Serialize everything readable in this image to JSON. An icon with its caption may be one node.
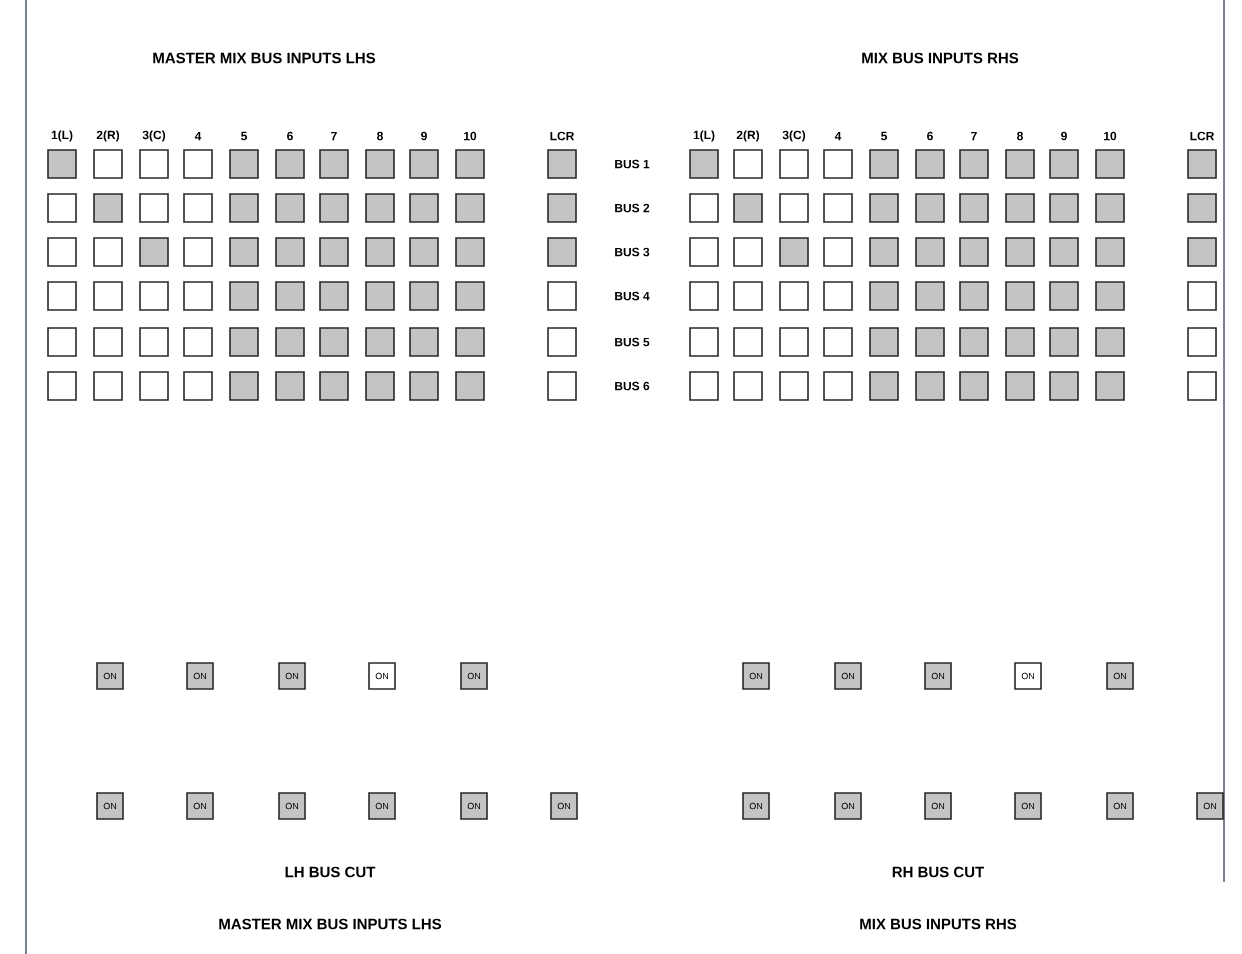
{
  "diagram": {
    "nodes": [
      {
        "text": [],
        "shape": "box"
      },
      {
        "text": [],
        "shape": "box"
      },
      {
        "text": [],
        "shape": "box"
      },
      {
        "text": [],
        "shape": "box"
      },
      {
        "text": [],
        "shape": "box"
      },
      {
        "text": [],
        "shape": "box"
      },
      {
        "text": [],
        "shape": "box"
      },
      {
        "text": [],
        "shape": "box"
      },
      {
        "text": [],
        "shape": "box"
      },
      {
        "text": [],
        "shape": "box"
      },
      {
        "text": [],
        "shape": "box"
      },
      {
        "text": [],
        "shape": "box"
      },
      {
        "text": [],
        "shape": "box"
      },
      {
        "text": [],
        "shape": "box"
      },
      {
        "text": [],
        "shape": "box"
      },
      {
        "text": [],
        "shape": "box"
      },
      {
        "text": [],
        "shape": "box"
      },
      {
        "text": [],
        "shape": "box"
      },
      {
        "text": [],
        "shape": "box"
      },
      {
        "text": [],
        "shape": "box"
      },
      {
        "text": [],
        "shape": "box"
      },
      {
        "text": [],
        "shape": "box"
      },
      {
        "text": [],
        "shape": "box"
      },
      {
        "text": [],
        "shape": "box"
      },
      {
        "text": [],
        "shape": "box"
      },
      {
        "text": [],
        "shape": "box"
      },
      {
        "text": [],
        "shape": "box"
      },
      {
        "text": [],
        "shape": "box"
      },
      {
        "text": [],
        "shape": "box"
      },
      {
        "text": [],
        "shape": "box"
      },
      {
        "text": [],
        "shape": "box"
      },
      {
        "text": [],
        "shape": "box"
      },
      {
        "text": [],
        "shape": "box"
      },
      {
        "text": [],
        "shape": "box"
      },
      {
        "text": [],
        "shape": "box"
      },
      {
        "text": [],
        "shape": "box"
      },
      {
        "text": [],
        "shape": "box"
      },
      {
        "text": [],
        "shape": "box"
      },
      {
        "text": [],
        "shape": "box"
      },
      {
        "text": [],
        "shape": "box"
      },
      {
        "text": [],
        "shape": "box"
      },
      {
        "text": [],
        "shape": "box"
      },
      {
        "text": [],
        "shape": "box"
      },
      {
        "text": [],
        "shape": "box"
      },
      {
        "text": [],
        "shape": "box"
      },
      {
        "text": [],
        "shape": "box"
      },
      {
        "text": [],
        "shape": "box"
      },
      {
        "text": [],
        "shape": "box"
      },
      {
        "text": [],
        "shape": "box"
      },
      {
        "text": [],
        "shape": "box"
      },
      {
        "text": [],
        "shape": "box"
      },
      {
        "text": [],
        "shape": "box"
      },
      {
        "text": [],
        "shape": "box"
      },
      {
        "text": [],
        "shape": "box"
      },
      {
        "text": [],
        "shape": "box"
      },
      {
        "text": [],
        "shape": "box"
      },
      {
        "text": [],
        "shape": "box"
      },
      {
        "text": [],
        "shape": "box"
      },
      {
        "text": [],
        "shape": "box"
      },
      {
        "text": [],
        "shape": "box"
      },
      {
        "text": [],
        "shape": "box"
      },
      {
        "text": [],
        "shape": "box"
      },
      {
        "text": [],
        "shape": "box"
      },
      {
        "text": [],
        "shape": "box"
      },
      {
        "text": [],
        "shape": "box"
      },
      {
        "text": [],
        "shape": "box"
      },
      {
        "text": [],
        "shape": "box"
      },
      {
        "text": [],
        "shape": "box"
      },
      {
        "text": [],
        "shape": "box"
      },
      {
        "text": [],
        "shape": "box"
      },
      {
        "text": [],
        "shape": "box"
      },
      {
        "text": [],
        "shape": "box"
      },
      {
        "text": [],
        "shape": "box"
      },
      {
        "text": [],
        "shape": "box"
      },
      {
        "text": [],
        "shape": "box"
      },
      {
        "text": [],
        "shape": "box"
      },
      {
        "text": [],
        "shape": "box"
      },
      {
        "text": [],
        "shape": "box"
      },
      {
        "text": [],
        "shape": "box"
      },
      {
        "text": [],
        "shape": "box"
      },
      {
        "text": [],
        "shape": "box"
      },
      {
        "text": [],
        "shape": "box"
      },
      {
        "text": [],
        "shape": "box"
      },
      {
        "text": [],
        "shape": "box"
      },
      {
        "text": [],
        "shape": "box"
      },
      {
        "text": [],
        "shape": "box"
      },
      {
        "text": [],
        "shape": "box"
      },
      {
        "text": [],
        "shape": "box"
      },
      {
        "text": [],
        "shape": "box"
      },
      {
        "text": [],
        "shape": "box"
      },
      {
        "text": [],
        "shape": "box"
      },
      {
        "text": [],
        "shape": "box"
      },
      {
        "text": [],
        "shape": "box"
      },
      {
        "text": [],
        "shape": "box"
      },
      {
        "text": [],
        "shape": "box"
      },
      {
        "text": [],
        "shape": "box"
      },
      {
        "text": [],
        "shape": "box"
      },
      {
        "text": [],
        "shape": "box"
      },
      {
        "text": [],
        "shape": "box"
      },
      {
        "text": [],
        "shape": "box"
      },
      {
        "text": [],
        "shape": "box"
      },
      {
        "text": [],
        "shape": "box"
      },
      {
        "text": [],
        "shape": "box"
      },
      {
        "text": [],
        "shape": "box"
      },
      {
        "text": [],
        "shape": "box"
      },
      {
        "text": [],
        "shape": "box"
      },
      {
        "text": [],
        "shape": "box"
      },
      {
        "text": [],
        "shape": "box"
      },
      {
        "text": [],
        "shape": "box"
      },
      {
        "text": [],
        "shape": "box"
      },
      {
        "text": [],
        "shape": "box"
      },
      {
        "text": [],
        "shape": "box"
      },
      {
        "text": [],
        "shape": "box"
      },
      {
        "text": [],
        "shape": "box"
      },
      {
        "text": [],
        "shape": "box"
      },
      {
        "text": [],
        "shape": "box"
      },
      {
        "text": [],
        "shape": "box"
      },
      {
        "text": [],
        "shape": "box"
      },
      {
        "text": [],
        "shape": "box"
      },
      {
        "text": [],
        "shape": "box"
      },
      {
        "text": [],
        "shape": "box"
      },
      {
        "text": [],
        "shape": "box"
      },
      {
        "text": [],
        "shape": "box"
      },
      {
        "text": [],
        "shape": "box"
      },
      {
        "text": [],
        "shape": "box"
      },
      {
        "text": [],
        "shape": "box"
      },
      {
        "text": [],
        "shape": "box"
      },
      {
        "text": [],
        "shape": "box"
      },
      {
        "text": [],
        "shape": "box"
      },
      {
        "text": [],
        "shape": "box"
      },
      {
        "text": [],
        "shape": "box"
      },
      {
        "text": [],
        "shape": "box"
      },
      {
        "text": [
          "ON"
        ]
      },
      {
        "text": [
          "ON"
        ]
      },
      {
        "text": [
          "ON"
        ]
      },
      {
        "text": [
          "ON"
        ]
      },
      {
        "text": [
          "ON"
        ]
      },
      {
        "text": [
          "ON"
        ]
      },
      {
        "text": [
          "ON"
        ]
      },
      {
        "text": [
          "ON"
        ]
      },
      {
        "text": [
          "ON"
        ]
      },
      {
        "text": [
          "ON"
        ]
      },
      {
        "text": [
          "ON"
        ]
      },
      {
        "text": [
          "ON"
        ]
      },
      {
        "text": [
          "ON"
        ]
      },
      {
        "text": [
          "ON"
        ]
      },
      {
        "text": [
          "ON"
        ]
      },
      {
        "text": [
          "ON"
        ]
      },
      {
        "text": [
          "ON"
        ]
      },
      {
        "text": [
          "ON"
        ]
      },
      {
        "text": [
          "ON"
        ]
      },
      {
        "text": [
          "ON"
        ]
      },
      {
        "text": [
          "ON"
        ]
      },
      {
        "text": [
          "ON"
        ]
      }
    ],
    "labels": [
      "MASTER MIX BUS INPUTS LHS",
      "MIX BUS INPUTS RHS",
      "1(L)",
      "2(R)",
      "3(C)",
      "4",
      "5",
      "6",
      "7",
      "8",
      "9",
      "10",
      "LCR",
      "1(L)",
      "2(R)",
      "3(C)",
      "4",
      "5",
      "6",
      "7",
      "8",
      "9",
      "10",
      "LCR",
      "BUS 1",
      "BUS 2",
      "BUS 3",
      "BUS 4",
      "BUS 5",
      "BUS 6",
      "LH BUS CUT",
      "RH BUS CUT",
      "MASTER MIX BUS INPUTS LHS",
      "MIX BUS INPUTS RHS"
    ]
  }
}
